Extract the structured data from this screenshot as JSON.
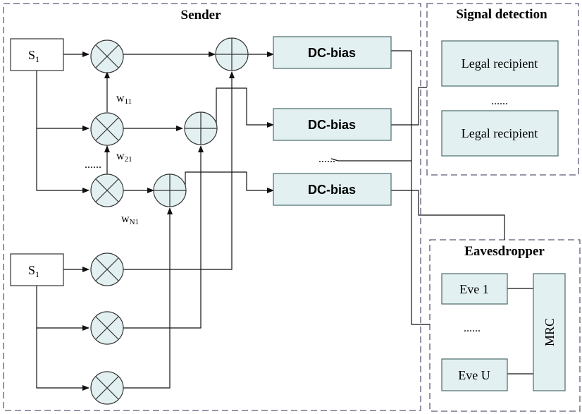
{
  "colors": {
    "box_fill": "#e3f0f1",
    "box_stroke": "#4a6a6c",
    "dash_stroke": "#5a5a78",
    "line": "#111111"
  },
  "sender": {
    "title": "Sender"
  },
  "signal_detection": {
    "title": "Signal detection",
    "recipient_1": "Legal recipient",
    "dots": "......",
    "recipient_2": "Legal recipient"
  },
  "eavesdropper": {
    "title": "Eavesdropper",
    "eve_1": "Eve 1",
    "dots": "......",
    "eve_u": "Eve U",
    "mrc": "MRC"
  },
  "sources": {
    "source_1": {
      "base": "S",
      "sub": "1"
    },
    "source_2": {
      "base": "S",
      "sub": "1"
    }
  },
  "weights": {
    "w11": {
      "base": "w",
      "sub": "11"
    },
    "w21": {
      "base": "w",
      "sub": "21"
    },
    "wN1": {
      "base": "w",
      "sub": "N1"
    }
  },
  "dc_bias": {
    "label_1": "DC-bias",
    "label_2": "DC-bias",
    "label_3": "DC-bias"
  },
  "sender_dots_left": "......",
  "sender_dots_right": "......"
}
